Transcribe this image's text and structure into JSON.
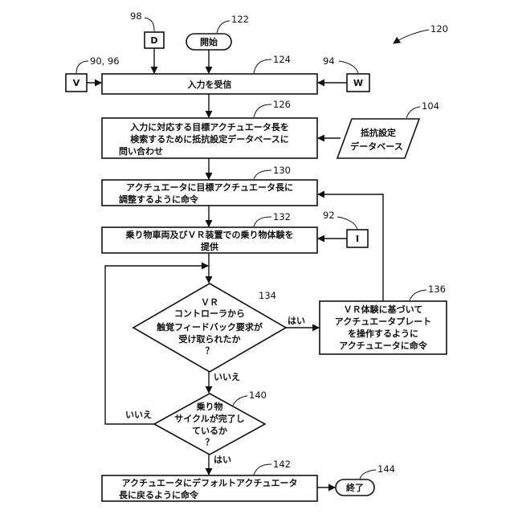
{
  "figure_ref": "120",
  "start": {
    "label": "開始",
    "ref": "122"
  },
  "end": {
    "label": "終了",
    "ref": "144"
  },
  "inputs": {
    "d": {
      "label": "D",
      "ref": "98"
    },
    "v": {
      "label": "V",
      "ref": "90, 96"
    },
    "w": {
      "label": "W",
      "ref": "94"
    },
    "i": {
      "label": "I",
      "ref": "92"
    }
  },
  "steps": {
    "s124": {
      "ref": "124",
      "lines": [
        "入力を受信"
      ]
    },
    "s126": {
      "ref": "126",
      "lines": [
        "入力に対応する目標アクチュエータ長を",
        "検索するために抵抗設定データベースに",
        "問い合わせ"
      ]
    },
    "s130": {
      "ref": "130",
      "lines": [
        "アクチュエータに目標アクチュエータ長に",
        "調整するように命令"
      ]
    },
    "s132": {
      "ref": "132",
      "lines": [
        "乗り物車両及びＶＲ装置での乗り物体験を",
        "提供"
      ]
    },
    "s136": {
      "ref": "136",
      "lines": [
        "ＶＲ体験に基づいて",
        "アクチュエータプレート",
        "を操作するように",
        "アクチュエータに命令"
      ]
    },
    "s142": {
      "ref": "142",
      "lines": [
        "アクチュエータにデフォルトアクチュエータ",
        "長に戻るように命令"
      ]
    }
  },
  "database": {
    "ref": "104",
    "lines": [
      "抵抗設定",
      "データベース"
    ]
  },
  "decisions": {
    "d134": {
      "ref": "134",
      "lines": [
        "ＶＲ",
        "コントローラから",
        "触覚フィードバック要求が",
        "受け取られたか",
        "？"
      ],
      "yes": "はい",
      "no": "いいえ"
    },
    "d140": {
      "ref": "140",
      "lines": [
        "乗り物",
        "サイクルが完了し",
        "ているか",
        "？"
      ],
      "yes": "はい",
      "no": "いいえ"
    }
  }
}
